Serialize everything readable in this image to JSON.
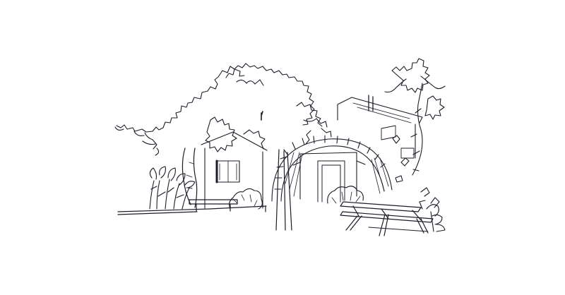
{
  "illustration": {
    "style": "line-drawing",
    "ink_color": "#1c1c28",
    "background_color": "#ffffff",
    "subject_parts": [
      "tree-canopy",
      "arched-cellar-entrance",
      "cottage",
      "picnic-table",
      "bench",
      "shrubs",
      "young-tree"
    ]
  }
}
